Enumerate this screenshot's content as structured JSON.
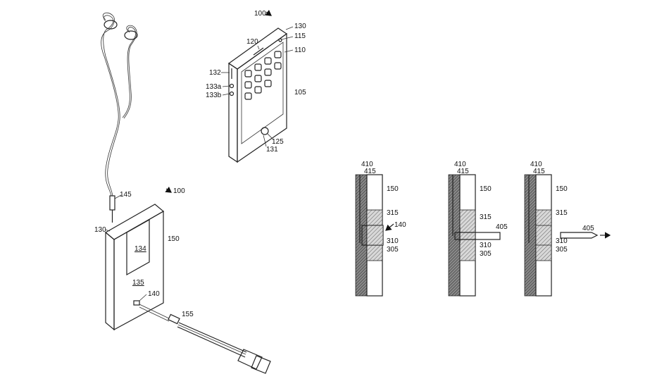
{
  "figure_labels": {
    "phone": {
      "ref_device": "100",
      "ref_130": "130",
      "ref_115": "115",
      "ref_120": "120",
      "ref_110": "110",
      "ref_132": "132",
      "ref_133a": "133a",
      "ref_133b": "133b",
      "ref_105": "105",
      "ref_125": "125",
      "ref_131": "131"
    },
    "case": {
      "ref_device": "100",
      "ref_145": "145",
      "ref_130": "130",
      "ref_150": "150",
      "ref_134": "134",
      "ref_135": "135",
      "ref_140": "140",
      "ref_155": "155"
    },
    "section_a": {
      "ref_410": "410",
      "ref_415": "415",
      "ref_150": "150",
      "ref_315": "315",
      "ref_140": "140",
      "ref_310": "310",
      "ref_305": "305"
    },
    "section_b": {
      "ref_410": "410",
      "ref_415": "415",
      "ref_150": "150",
      "ref_315": "315",
      "ref_405": "405",
      "ref_310": "310",
      "ref_305": "305"
    },
    "section_c": {
      "ref_410": "410",
      "ref_415": "415",
      "ref_150": "150",
      "ref_315": "315",
      "ref_405": "405",
      "ref_310": "310",
      "ref_305": "305"
    }
  }
}
